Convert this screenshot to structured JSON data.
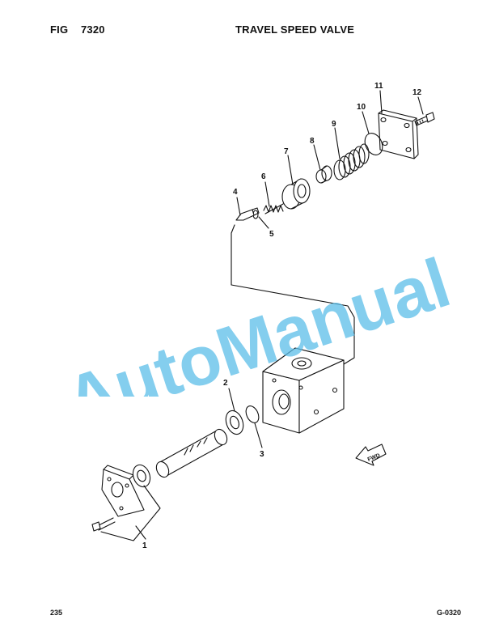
{
  "header": {
    "fig_label": "FIG",
    "fig_number": "7320",
    "title": "TRAVEL SPEED VALVE"
  },
  "footer": {
    "page_number": "235",
    "drawing_code": "G-0320"
  },
  "callouts": [
    "1",
    "2",
    "3",
    "4",
    "5",
    "6",
    "7",
    "8",
    "9",
    "10",
    "11",
    "12"
  ],
  "direction_arrow": "FWD",
  "watermark": "AutoManual",
  "colors": {
    "ink": "#111111",
    "watermark": "#5bbde8"
  }
}
